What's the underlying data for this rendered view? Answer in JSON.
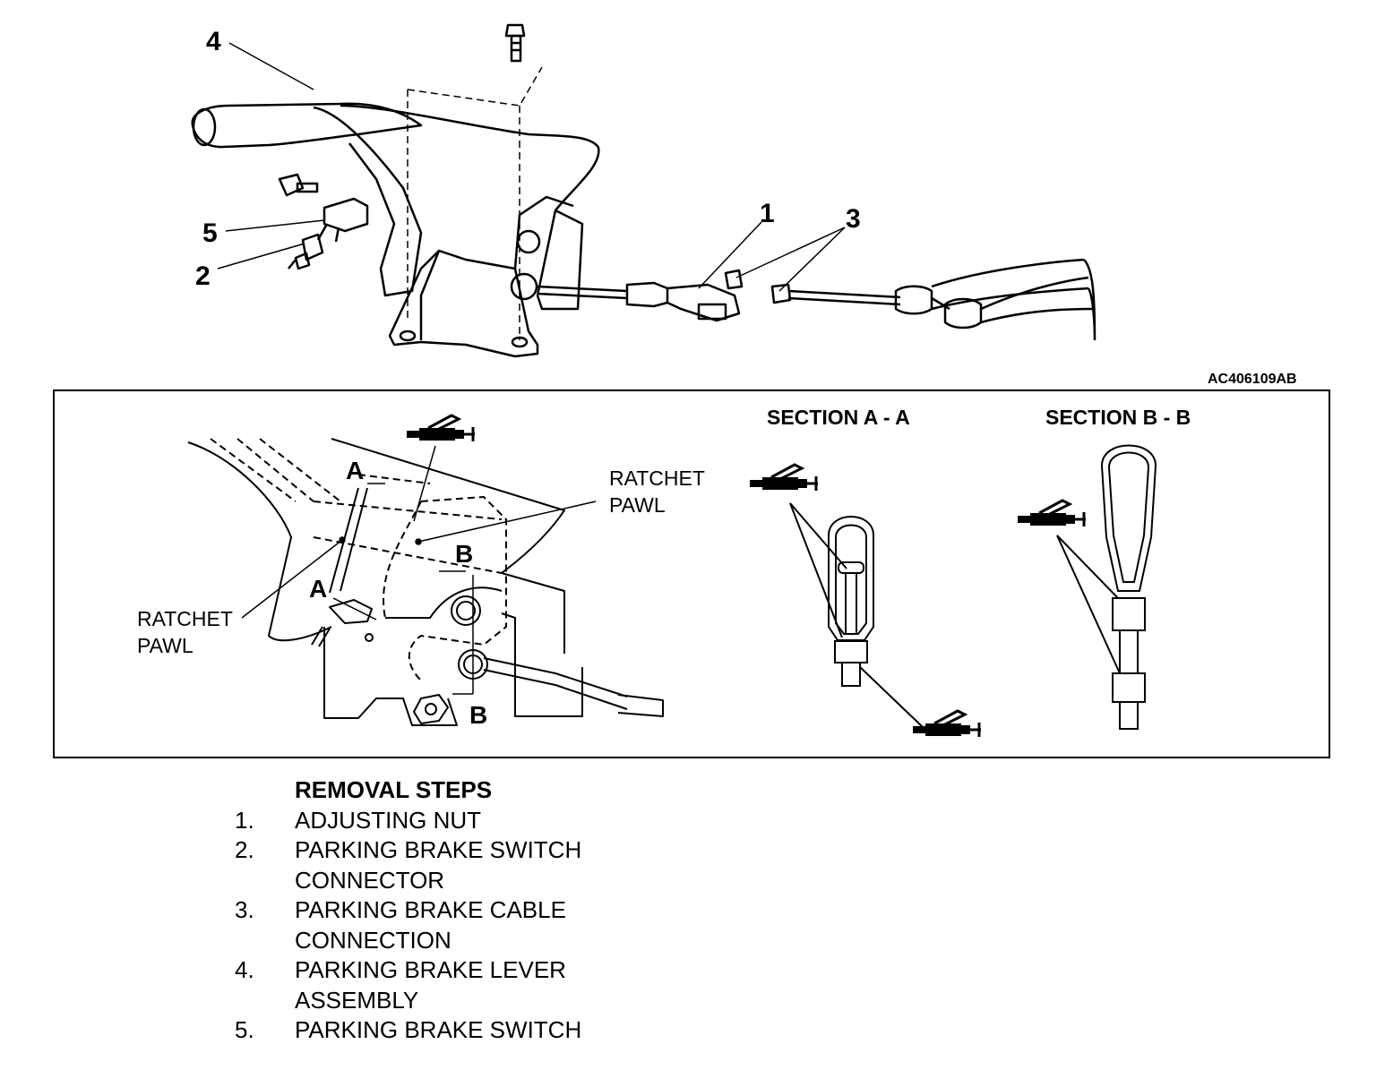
{
  "figure_id": "AC406109AB",
  "callouts": [
    "1",
    "2",
    "3",
    "4",
    "5"
  ],
  "detail": {
    "ratchet_pawl_label": "RATCHET\nPAWL",
    "section_a_title": "SECTION A - A",
    "section_b_title": "SECTION B - B",
    "section_marks": [
      "A",
      "A",
      "B",
      "B"
    ],
    "grease_icon": "grease-gun-icon"
  },
  "removal_steps": {
    "heading": "REMOVAL STEPS",
    "items": [
      {
        "num": "1.",
        "text": "ADJUSTING NUT"
      },
      {
        "num": "2.",
        "text": "PARKING BRAKE SWITCH CONNECTOR"
      },
      {
        "num": "3.",
        "text": "PARKING BRAKE CABLE CONNECTION"
      },
      {
        "num": "4.",
        "text": "PARKING BRAKE LEVER ASSEMBLY"
      },
      {
        "num": "5.",
        "text": "PARKING BRAKE SWITCH"
      }
    ]
  }
}
